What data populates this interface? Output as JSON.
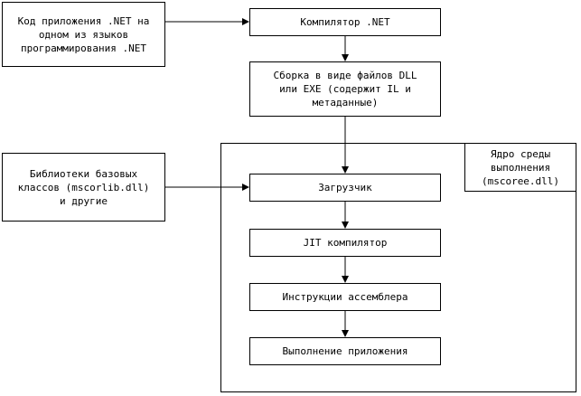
{
  "nodes": {
    "source_code": "Код приложения .NET на\nодном из языков\nпрограммирования .NET",
    "compiler": "Компилятор .NET",
    "assembly": "Сборка в виде файлов DLL\nили EXE (содержит IL и\nметаданные)",
    "base_libraries": "Библиотеки базовых\nклассов (mscorlib.dll)\nи другие",
    "loader": "Загрузчик",
    "jit_compiler": "JIT компилятор",
    "assembler_instructions": "Инструкции ассемблера",
    "app_execution": "Выполнение приложения"
  },
  "runtime_core_label": "Ядро среды\nвыполнения\n(mscoree.dll)"
}
